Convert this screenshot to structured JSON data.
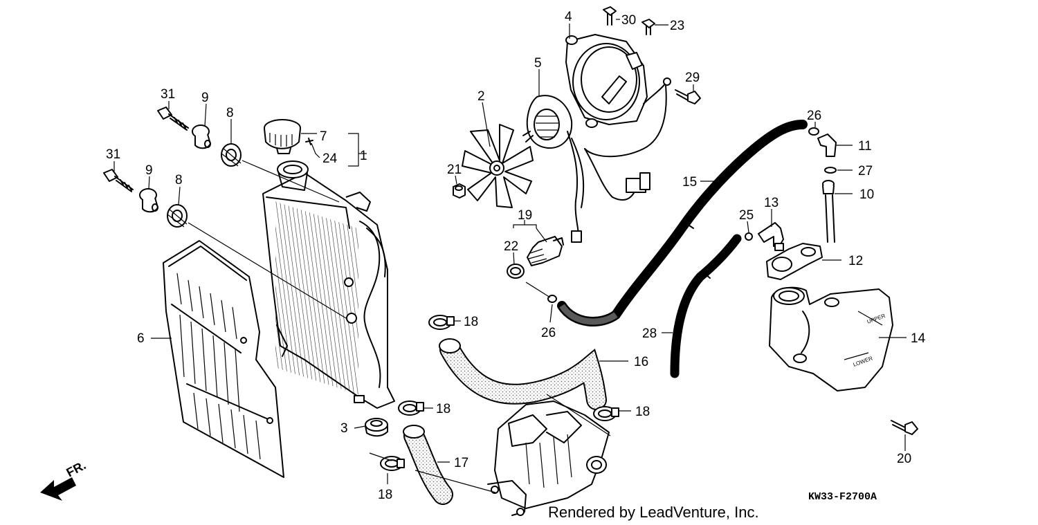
{
  "diagram": {
    "callouts": [
      {
        "id": "1",
        "label": "1"
      },
      {
        "id": "2",
        "label": "2"
      },
      {
        "id": "3",
        "label": "3"
      },
      {
        "id": "4",
        "label": "4"
      },
      {
        "id": "5",
        "label": "5"
      },
      {
        "id": "6",
        "label": "6"
      },
      {
        "id": "7",
        "label": "7"
      },
      {
        "id": "8a",
        "label": "8"
      },
      {
        "id": "8b",
        "label": "8"
      },
      {
        "id": "9a",
        "label": "9"
      },
      {
        "id": "9b",
        "label": "9"
      },
      {
        "id": "10",
        "label": "10"
      },
      {
        "id": "11",
        "label": "11"
      },
      {
        "id": "12",
        "label": "12"
      },
      {
        "id": "13",
        "label": "13"
      },
      {
        "id": "14",
        "label": "14"
      },
      {
        "id": "15",
        "label": "15"
      },
      {
        "id": "16",
        "label": "16"
      },
      {
        "id": "17",
        "label": "17"
      },
      {
        "id": "18a",
        "label": "18"
      },
      {
        "id": "18b",
        "label": "18"
      },
      {
        "id": "18c",
        "label": "18"
      },
      {
        "id": "18d",
        "label": "18"
      },
      {
        "id": "19",
        "label": "19"
      },
      {
        "id": "20",
        "label": "20"
      },
      {
        "id": "21",
        "label": "21"
      },
      {
        "id": "22",
        "label": "22"
      },
      {
        "id": "23",
        "label": "23"
      },
      {
        "id": "24",
        "label": "24"
      },
      {
        "id": "25",
        "label": "25"
      },
      {
        "id": "26a",
        "label": "26"
      },
      {
        "id": "26b",
        "label": "26"
      },
      {
        "id": "27",
        "label": "27"
      },
      {
        "id": "28",
        "label": "28"
      },
      {
        "id": "29",
        "label": "29"
      },
      {
        "id": "30",
        "label": "30"
      },
      {
        "id": "31a",
        "label": "31"
      },
      {
        "id": "31b",
        "label": "31"
      }
    ],
    "front_marker": "FR.",
    "reservoir_marks": {
      "upper": "UPPER",
      "lower": "LOWER"
    },
    "diagram_code": "KW33-F2700A",
    "credit": "Rendered by LeadVenture, Inc."
  }
}
